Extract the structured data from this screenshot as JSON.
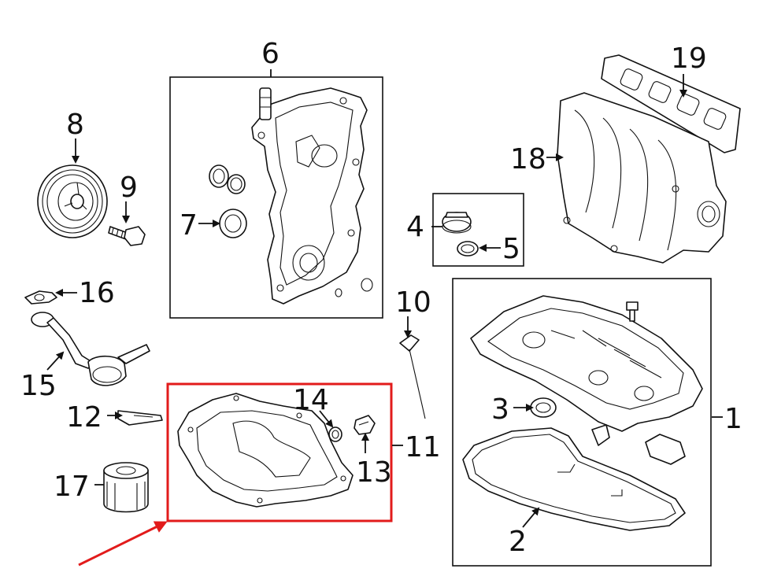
{
  "labels": {
    "p1": "1",
    "p2": "2",
    "p3": "3",
    "p4": "4",
    "p5": "5",
    "p6": "6",
    "p7": "7",
    "p8": "8",
    "p9": "9",
    "p10": "10",
    "p11": "11",
    "p12": "12",
    "p13": "13",
    "p14": "14",
    "p15": "15",
    "p16": "16",
    "p17": "17",
    "p18": "18",
    "p19": "19"
  },
  "colors": {
    "line": "#111111",
    "highlight": "#e21b1b",
    "background": "#ffffff"
  }
}
